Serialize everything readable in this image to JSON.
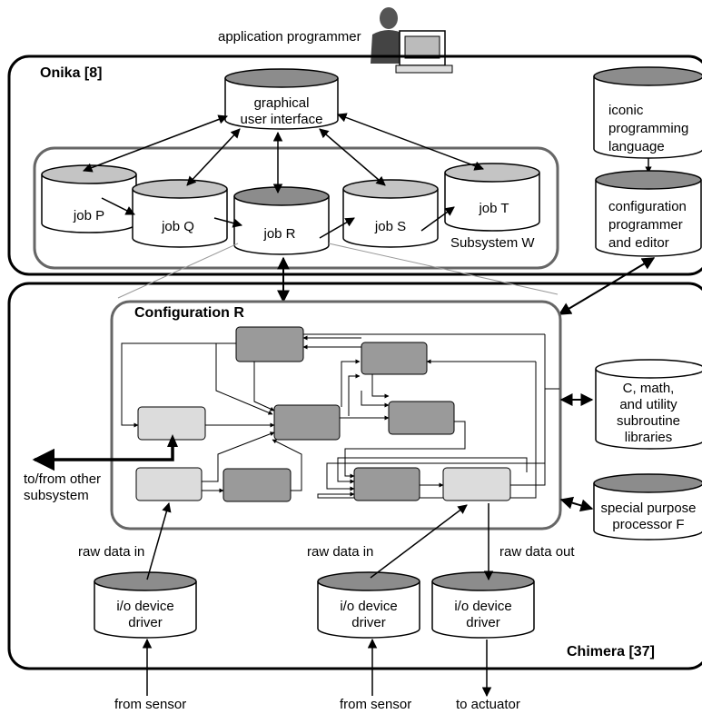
{
  "header": {
    "application_programmer": "application programmer"
  },
  "onika": {
    "title": "Onika [8]",
    "gui_line1": "graphical",
    "gui_line2": "user interface",
    "jobs": {
      "p": "job P",
      "q": "job Q",
      "r": "job R",
      "s": "job S",
      "t": "job T"
    },
    "subsystem": "Subsystem W",
    "iconic_line1": "iconic",
    "iconic_line2": "programming",
    "iconic_line3": "language",
    "config_line1": "configuration",
    "config_line2": "programmer",
    "config_line3": "and editor"
  },
  "chimera": {
    "title": "Chimera [37]",
    "configuration": "Configuration R",
    "libs_line1": "C, math,",
    "libs_line2": "and utility",
    "libs_line3": "subroutine",
    "libs_line4": "libraries",
    "special_line1": "special purpose",
    "special_line2": "processor F",
    "tofrom_line1": "to/from other",
    "tofrom_line2": "subsystem",
    "raw_in_1": "raw data in",
    "raw_in_2": "raw data in",
    "raw_out": "raw data out",
    "driver1_line1": "i/o device",
    "driver1_line2": "driver",
    "driver2_line1": "i/o device",
    "driver2_line2": "driver",
    "driver3_line1": "i/o device",
    "driver3_line2": "driver",
    "from_sensor_1": "from sensor",
    "from_sensor_2": "from sensor",
    "to_actuator": "to actuator"
  },
  "colors": {
    "cylinder_top_dark": "#8c8c8c",
    "cylinder_top_mid": "#c4c4c4",
    "module_dark": "#9a9a9a",
    "module_light": "#dcdcdc",
    "subsystem_border": "#666666"
  }
}
